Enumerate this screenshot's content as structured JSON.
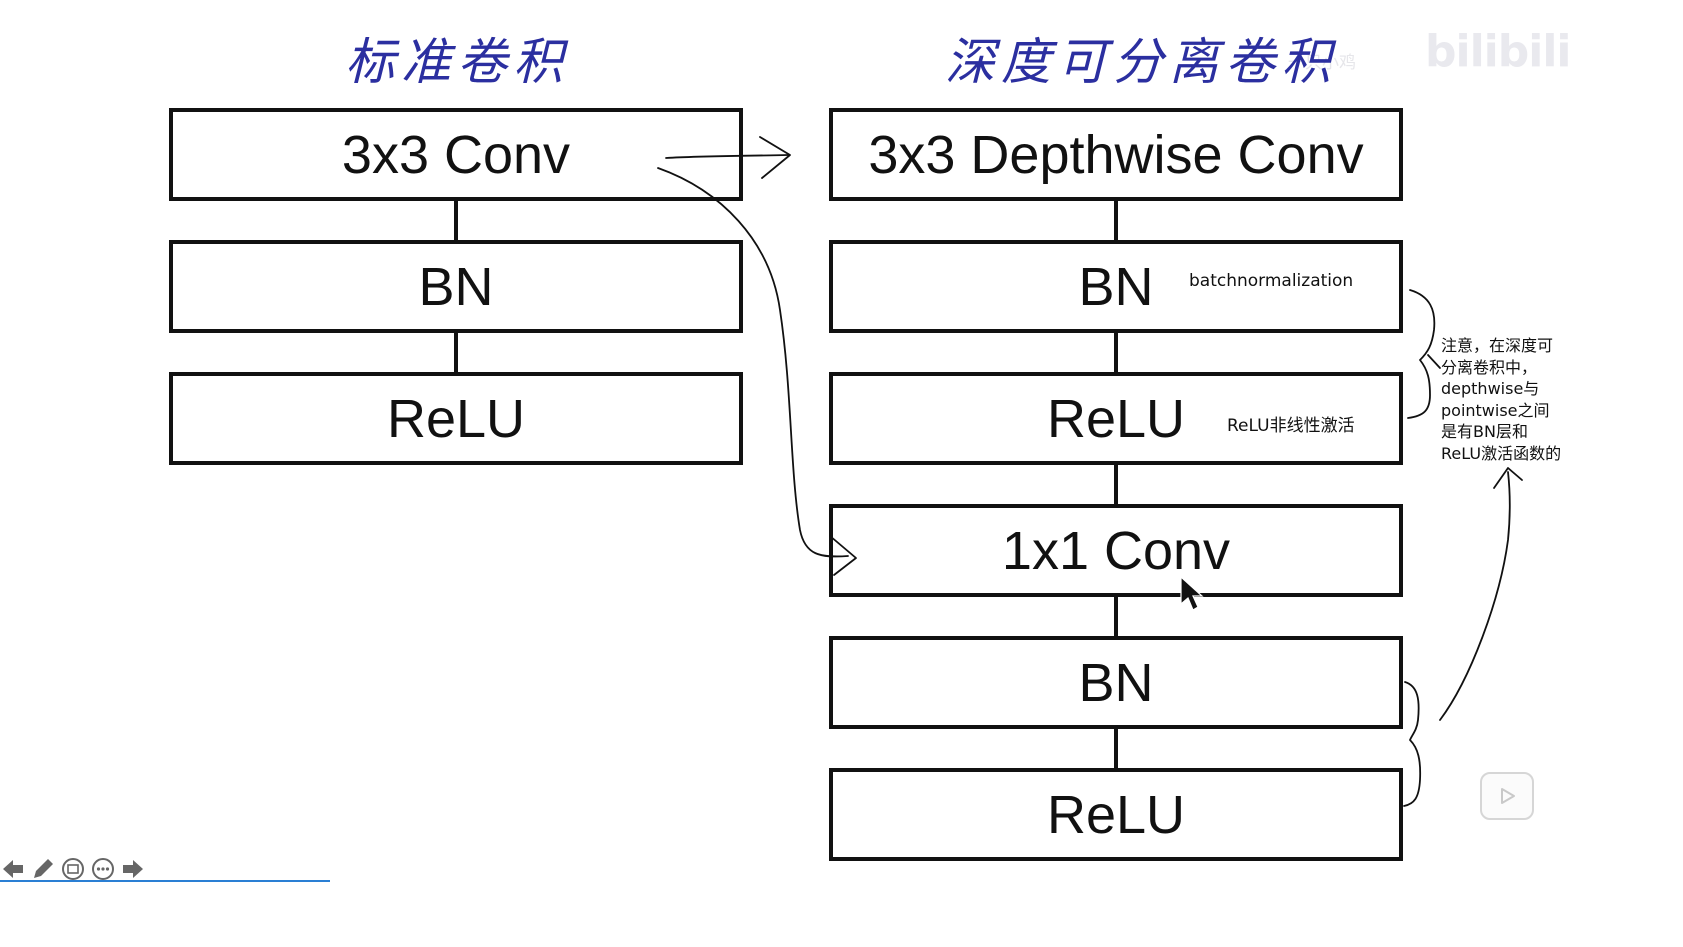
{
  "titles": {
    "left": "标准卷积",
    "right": "深度可分离卷积"
  },
  "watermark": {
    "logo": "bilibili",
    "text": "一只小鸡"
  },
  "left_column": {
    "blocks": [
      "3x3 Conv",
      "BN",
      "ReLU"
    ]
  },
  "right_column": {
    "blocks": [
      "3x3 Depthwise Conv",
      "BN",
      "ReLU",
      "1x1 Conv",
      "BN",
      "ReLU"
    ]
  },
  "annotations": {
    "bn_note": "batchnormalization",
    "relu_note": "ReLU非线性激活",
    "side_note": [
      "注意，在深度可",
      "分离卷积中，",
      "depthwise与",
      "pointwise之间",
      "是有BN层和",
      "ReLU激活函数的"
    ]
  },
  "toolbar": {
    "icons": [
      "back-arrow-icon",
      "pen-icon",
      "slides-icon",
      "more-icon",
      "forward-arrow-icon"
    ],
    "accent": "#2a7fd4"
  },
  "colors": {
    "title_ink": "#2b2fa0",
    "box_border": "#111111"
  }
}
